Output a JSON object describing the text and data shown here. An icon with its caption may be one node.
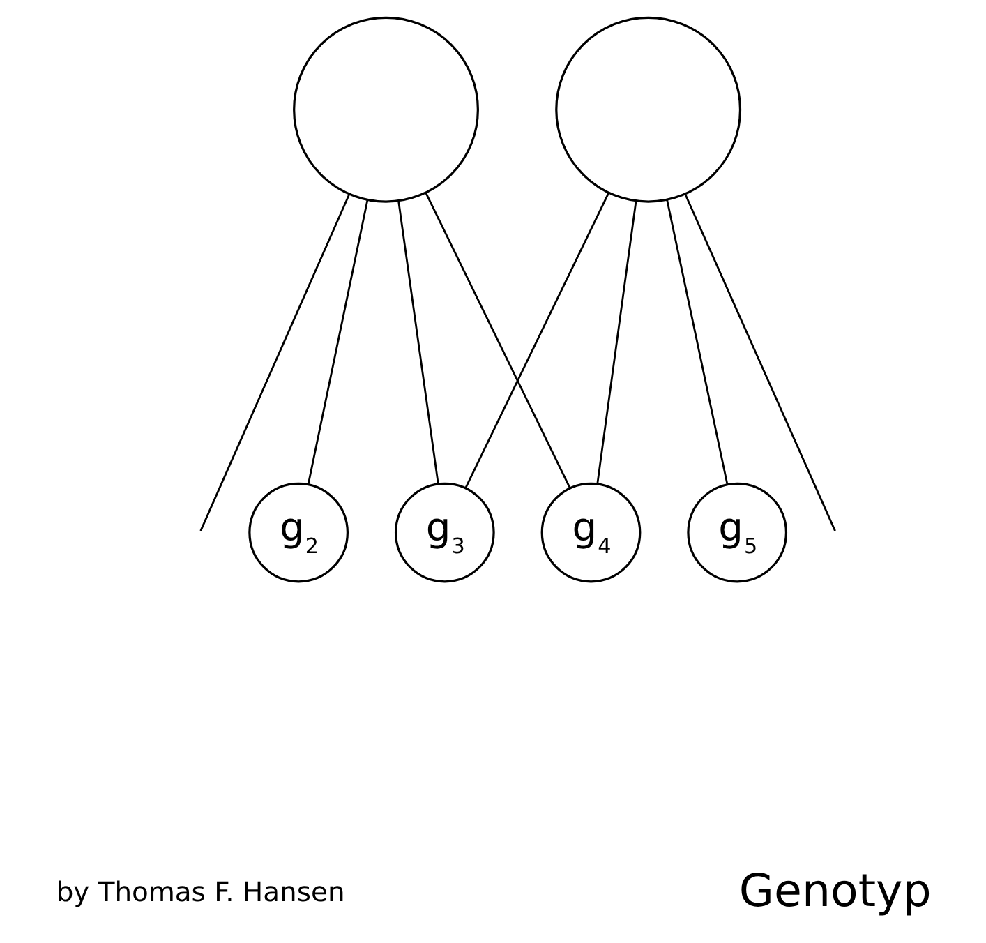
{
  "diagram": {
    "nodes": [
      {
        "text": [],
        "shape": "circle"
      },
      {
        "text": [],
        "shape": "circle"
      },
      {
        "text": [
          "g$_{2}$"
        ]
      },
      {
        "text": [
          "g$_{3}$"
        ]
      },
      {
        "text": [
          "g$_{4}$"
        ]
      },
      {
        "text": [
          "g$_{5}$"
        ]
      }
    ],
    "edges": [
      {
        "from": 0,
        "to": null,
        "arrow": "none"
      },
      {
        "from": 0,
        "to": 2,
        "arrow": "none"
      },
      {
        "from": 0,
        "to": 3,
        "arrow": "none"
      },
      {
        "from": 0,
        "to": 4,
        "arrow": "none"
      },
      {
        "from": 1,
        "to": 3,
        "arrow": "none"
      },
      {
        "from": 1,
        "to": 4,
        "arrow": "none"
      },
      {
        "from": 1,
        "to": 5,
        "arrow": "none"
      },
      {
        "from": 1,
        "to": null,
        "arrow": "none"
      }
    ],
    "labels": [
      "by Thomas F. Hansen",
      "Genotyp"
    ]
  }
}
